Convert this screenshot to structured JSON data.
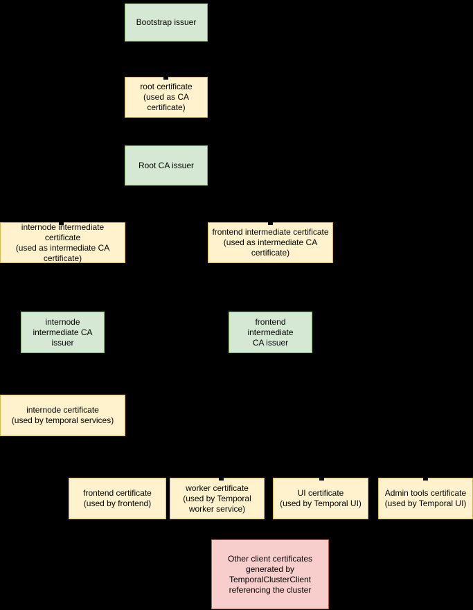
{
  "diagram": {
    "background_color": "#000000",
    "node_styles": {
      "issuer": {
        "fill": "#d5e8d4",
        "border": "#82b366"
      },
      "certificate": {
        "fill": "#fff2cc",
        "border": "#d6b656"
      },
      "client": {
        "fill": "#f8cecc",
        "border": "#b85450"
      }
    },
    "nodes": {
      "bootstrap_issuer": {
        "type": "issuer",
        "label": "Bootstrap issuer"
      },
      "root_certificate": {
        "type": "certificate",
        "label": "root certificate\n(used as CA\ncertificate)"
      },
      "root_ca_issuer": {
        "type": "issuer",
        "label": "Root CA issuer"
      },
      "internode_intermediate_cert": {
        "type": "certificate",
        "label": "internode intermediate certificate\n(used as intermediate CA\ncertificate)"
      },
      "frontend_intermediate_cert": {
        "type": "certificate",
        "label": "frontend intermediate certificate\n(used as intermediate CA\ncertificate)"
      },
      "internode_intermediate_issuer": {
        "type": "issuer",
        "label": "internode\nintermediate CA\nissuer"
      },
      "frontend_intermediate_issuer": {
        "type": "issuer",
        "label": "frontend intermediate\nCA issuer"
      },
      "internode_certificate": {
        "type": "certificate",
        "label": "internode certificate\n(used by temporal services)"
      },
      "frontend_certificate": {
        "type": "certificate",
        "label": "frontend certificate\n(used by frontend)"
      },
      "worker_certificate": {
        "type": "certificate",
        "label": "worker certificate\n(used by Temporal\nworker service)"
      },
      "ui_certificate": {
        "type": "certificate",
        "label": "UI certificate\n(used by Temporal UI)"
      },
      "admin_tools_certificate": {
        "type": "certificate",
        "label": "Admin tools certificate\n(used by Temporal UI)"
      },
      "other_client_certificates": {
        "type": "client",
        "label": "Other client certificates\ngenerated by\nTemporalClusterClient\nreferencing the cluster"
      }
    }
  }
}
